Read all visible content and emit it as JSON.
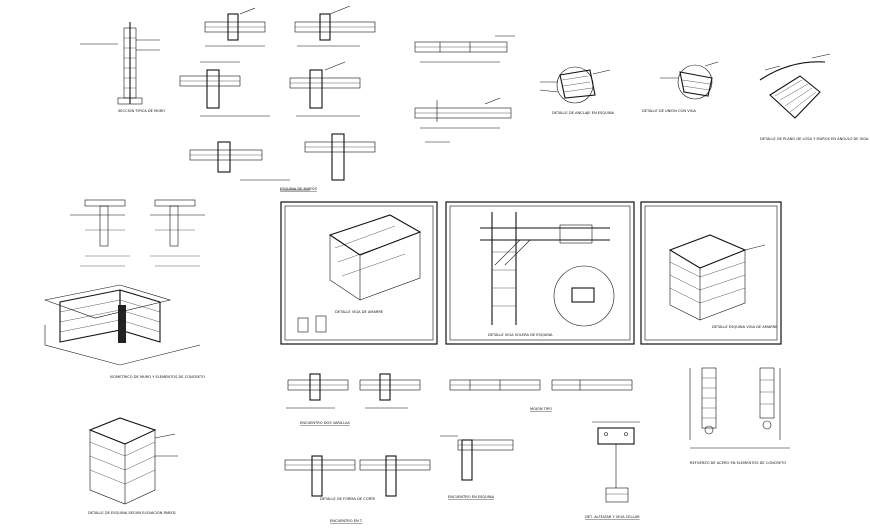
{
  "drawing": {
    "labels": {
      "t_bottom_center": "DETALLE DE FORMA DE CORTE",
      "t_alfeizar": "DET. ALFEIZAR Y VIGA CELLAR",
      "t_esquina_bottom": "DETALLE DE ESQUINA SEGUN ELEVACION PARED",
      "t_esquina_top": "ESQUINA DE MUROS",
      "t_panel1": "DETALLE VIGA DE AMARRE",
      "t_panel2": "DETALLE VIGA SOLERA DE ESQUINA",
      "t_panel3": "DETALLE ESQUINA VIGA DE AMARRE",
      "t_encuentro_dos": "ENCUENTRO DOS VARILLAS",
      "t_encuentro_esquina": "ENCUENTRO EN ESQUINA",
      "t_encuentro_t": "ENCUENTRO EN T",
      "t_mojon": "MOJON TIPO",
      "t_roof": "DETALLE DE PLANO DE LOSA Y MUROS EN ANGULO DE VIGA",
      "t_detail_circle1": "DETALLE DE ANCLAJE EN ESQUINA",
      "t_detail_circle2": "DETALLE DE UNION CON VIGA",
      "t_column": "SECCION TIPICA DE MURO",
      "t_iso": "ISOMETRICO DE MURO Y ELEMENTOS DE CONCRETO",
      "t_refuerzo": "REFUERZO DE ACERO EN ELEMENTOS DE CONCRETO"
    }
  }
}
